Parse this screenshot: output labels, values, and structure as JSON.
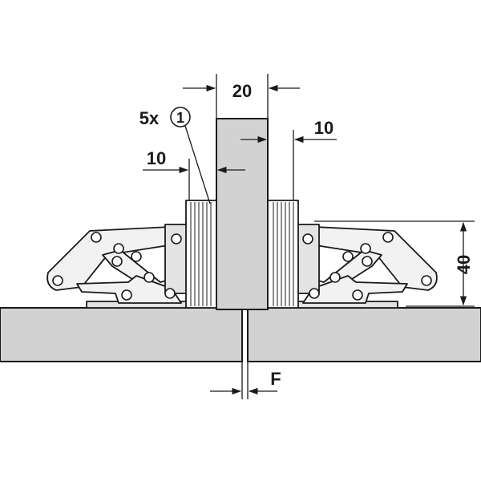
{
  "diagram": {
    "labels": {
      "width_top": "20",
      "offset_left": "10",
      "offset_right": "10",
      "height": "40",
      "gap": "F",
      "quantity_prefix": "5x",
      "callout_number": "1"
    },
    "colors": {
      "stroke": "#1a1a1a",
      "panel_fill": "#d2d2d2",
      "hinge_fill": "#f2f2f2",
      "body_fill": "#e3e3e3",
      "background": "#ffffff"
    }
  }
}
